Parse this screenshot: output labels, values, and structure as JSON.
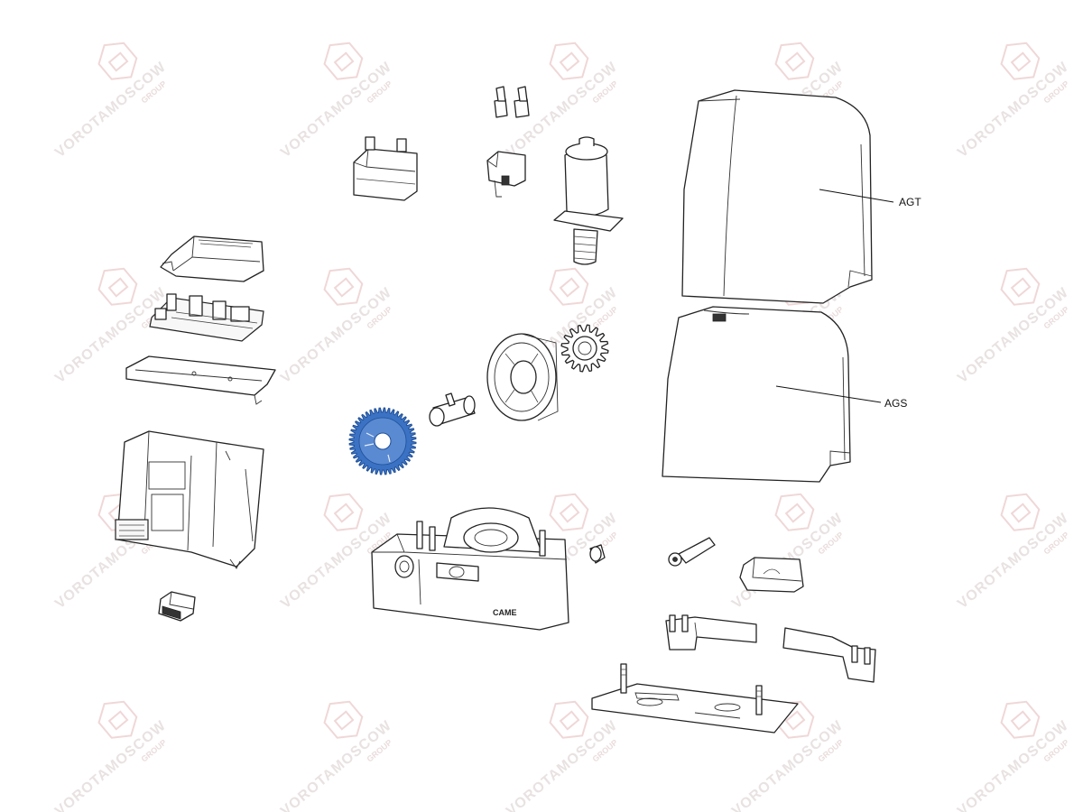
{
  "callouts": [
    {
      "id": "agt",
      "text": "AGT"
    },
    {
      "id": "ags",
      "text": "AGS"
    }
  ],
  "watermark": {
    "text": "VOROTAMOSCOW",
    "sub": "GROUP"
  },
  "housing_brand": "CAME",
  "highlight_color": "#3b72c4"
}
